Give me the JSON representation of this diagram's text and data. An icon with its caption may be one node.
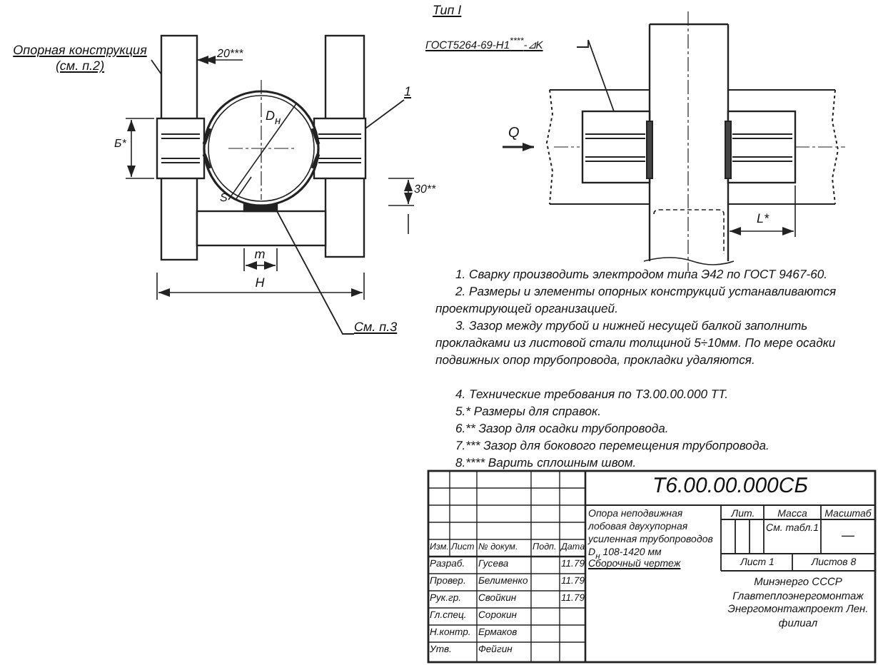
{
  "diagram": {
    "nodes": [
      {
        "text": [
          "Опорная конструкция (см. п.2)"
        ]
      },
      {
        "text": [],
        "shape": "box"
      },
      {
        "text": [],
        "shape": "box"
      },
      {
        "text": [],
        "shape": "box"
      },
      {
        "text": [
          "1"
        ]
      },
      {
        "text": [],
        "shape": "box"
      },
      {
        "text": [],
        "shape": "box"
      },
      {
        "text": [
          "См. п.3"
        ]
      },
      {
        "text": [],
        "shape": "bar"
      },
      {
        "text": [
          "ГОСТ5264-69-Н1$^{****}$-⊿K"
        ]
      },
      {
        "text": [],
        "shape": "box"
      },
      {
        "text": [],
        "shape": "box"
      }
    ],
    "edges": [
      {
        "from": 0,
        "to": 1,
        "arrow": "none"
      },
      {
        "from": 4,
        "to": 5,
        "arrow": "none"
      },
      {
        "from": 7,
        "to": 8,
        "arrow": "none"
      },
      {
        "from": 9,
        "to": 10,
        "arrow": "none"
      }
    ],
    "labels": [
      "20***",
      "Тип I",
      "D$_{н}$",
      "Б*",
      "30**",
      "m",
      "H",
      "S",
      "Q",
      "L*",
      "1. Сварку производить электродом типа Э42 по ГОСТ 9467-60.",
      "2. Размеры и элементы опорных конструкций устанавливаются проектирующей организацией.",
      "3. Зазор между трубой и нижней несущей балкой заполнить прокладками из листовой стали толщиной 5÷10мм. По мере осадки подвижных опор трубопровода, прокладки удаляются.",
      "4. Технические требования по Т3.00.00.000 ТТ.",
      "5.* Размеры для справок.",
      "6.** Зазор для осадки трубопровода.",
      "7.*** Зазор для бокового перемещения трубопровода.",
      "8.**** Варить сплошным швом.",
      "Т6.00.00.000СБ",
      "Изм.",
      "Лист",
      "№ докум.",
      "Подп.",
      "Дата",
      "Разраб.",
      "Гусева",
      "11.79",
      "Провер.",
      "Белименко",
      "11.79",
      "Рук.гр.",
      "Свойкин",
      "11.79",
      "Гл.спец.",
      "Сорокин",
      "Н.контр.",
      "Ермаков",
      "Утв.",
      "Фейгин",
      "Опора неподвижная лобовая двухупорная усиленная трубопроводов D$_{н}$ 108-1420 мм",
      "Сборочный чертеж",
      "Лит.",
      "Масса",
      "Масштаб",
      "См. табл.1",
      "—",
      "Лист 1",
      "Листов 8",
      "Минэнерго СССР Главтеплоэнергомонтаж Энергомонтажпроект Лен. филиал"
    ]
  }
}
